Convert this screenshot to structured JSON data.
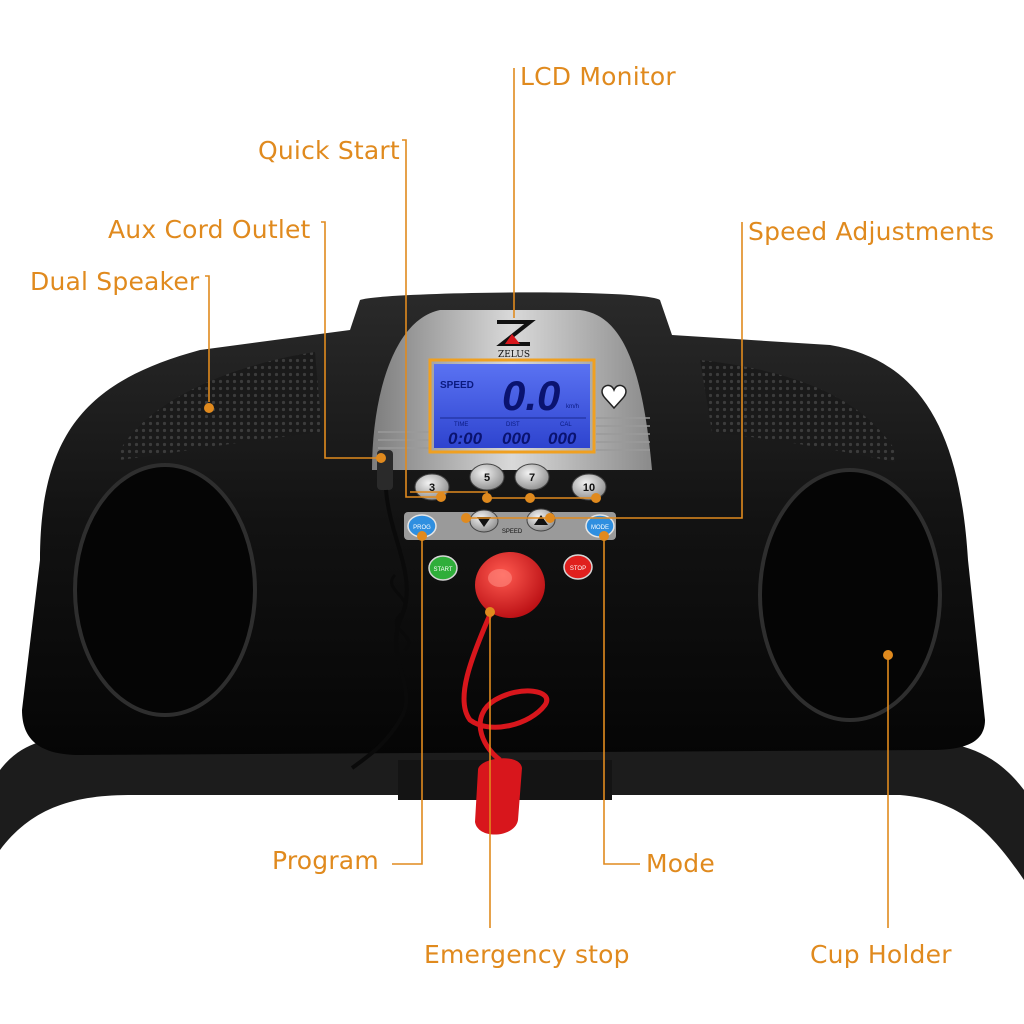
{
  "callouts": {
    "lcd_monitor": "LCD Monitor",
    "quick_start": "Quick Start",
    "aux_cord_outlet": "Aux Cord Outlet",
    "dual_speaker": "Dual Speaker",
    "speed_adjustments": "Speed Adjustments",
    "program": "Program",
    "mode": "Mode",
    "emergency_stop": "Emergency stop",
    "cup_holder": "Cup Holder"
  },
  "console": {
    "brand": "ZELUS",
    "lcd": {
      "speed_label": "SPEED",
      "speed_value": "0.0",
      "speed_unit": "km/h",
      "time_label": "TIME",
      "dist_label": "DIST",
      "cal_label": "CAL",
      "digits_1": "0:00",
      "digits_2": "000",
      "digits_3": "000"
    },
    "quick_speed_buttons": [
      "3",
      "5",
      "7",
      "10"
    ],
    "speed_label": "SPEED",
    "program_button": "PROG",
    "mode_button": "MODE",
    "start_button": "START",
    "stop_button": "STOP"
  },
  "colors": {
    "callout": "#e08a1e",
    "console_body": "#141414",
    "lcd_screen": "#3b55e6",
    "lcd_frame": "#f0a020",
    "start_green": "#2fae3a",
    "stop_red": "#e0201e",
    "prog_mode_blue": "#2f8fe0",
    "safety_key_red": "#d8161c"
  }
}
